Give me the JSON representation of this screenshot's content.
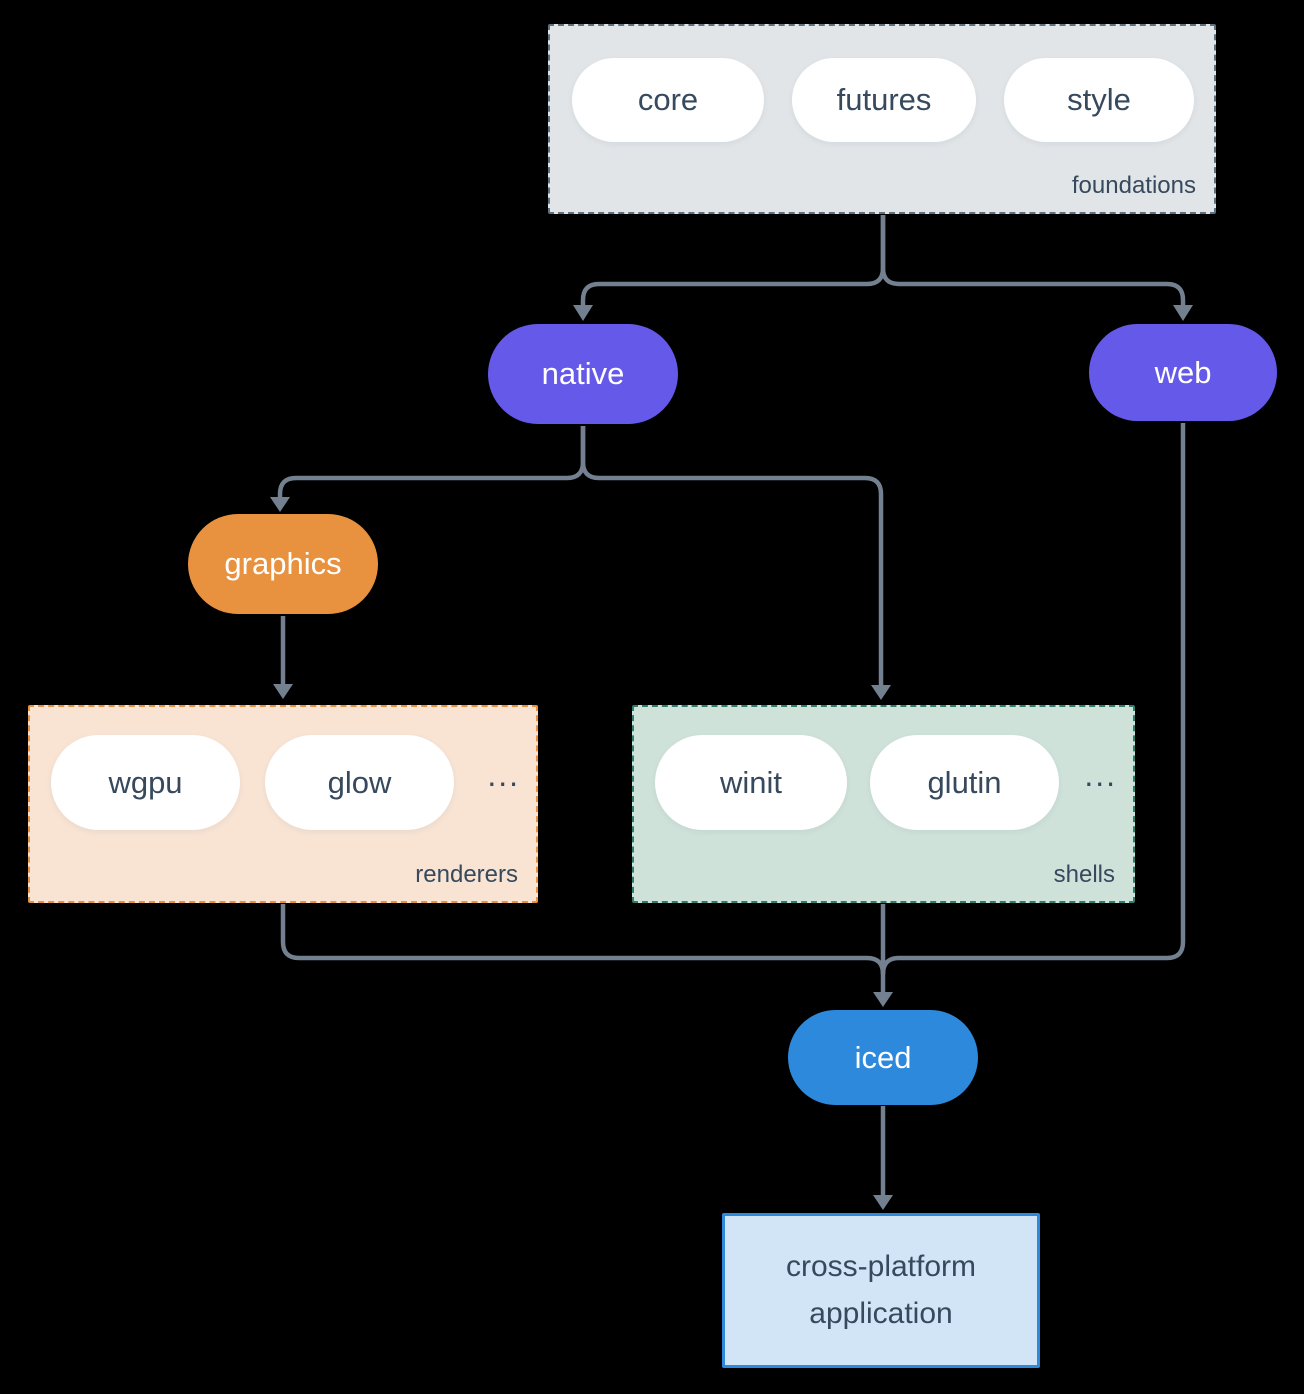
{
  "colors": {
    "background": "#000000",
    "arrow": "#72808f",
    "node_purple": "#6559ea",
    "node_orange": "#e8913f",
    "node_blue": "#2d89dc",
    "pill_fill": "#ffffff",
    "text_dark": "#36495d",
    "text_light": "#ffffff",
    "foundations_fill": "#e1e5e8",
    "foundations_border": "#5f707f",
    "renderers_fill": "#f9e4d4",
    "renderers_border": "#e8913f",
    "shells_fill": "#cfe2da",
    "shells_border": "#2e7d6e",
    "application_fill": "#d2e5f6",
    "application_border": "#2d89dc"
  },
  "foundations": {
    "label": "foundations",
    "pills": [
      "core",
      "futures",
      "style"
    ]
  },
  "native": {
    "label": "native"
  },
  "web": {
    "label": "web"
  },
  "graphics": {
    "label": "graphics"
  },
  "renderers": {
    "label": "renderers",
    "pills": [
      "wgpu",
      "glow"
    ],
    "ellipsis": "..."
  },
  "shells": {
    "label": "shells",
    "pills": [
      "winit",
      "glutin"
    ],
    "ellipsis": "..."
  },
  "iced": {
    "label": "iced"
  },
  "application": {
    "label": "cross-platform application"
  }
}
